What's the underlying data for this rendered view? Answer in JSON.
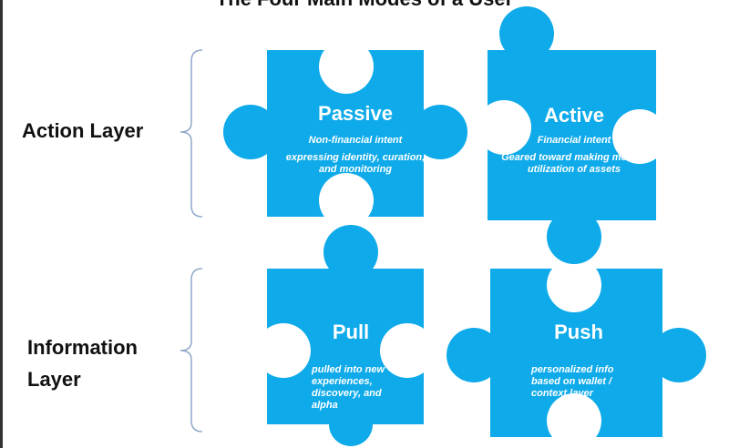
{
  "title": "The Four Main Modes of a User",
  "layers": {
    "action": "Action Layer",
    "information": "Information Layer"
  },
  "colors": {
    "piece": "#0eaaea",
    "bracket": "#8fa8c8"
  },
  "pieces": {
    "passive": {
      "title": "Passive",
      "intent": "Non-financial intent",
      "desc": "expressing identity, curation, and monitoring"
    },
    "active": {
      "title": "Active",
      "intent": "Financial intent",
      "desc": "Geared toward making money, utilization of assets"
    },
    "pull": {
      "title": "Pull",
      "desc": "pulled into new experiences, discovery, and alpha"
    },
    "push": {
      "title": "Push",
      "desc": "personalized info based on wallet / context layer"
    }
  }
}
